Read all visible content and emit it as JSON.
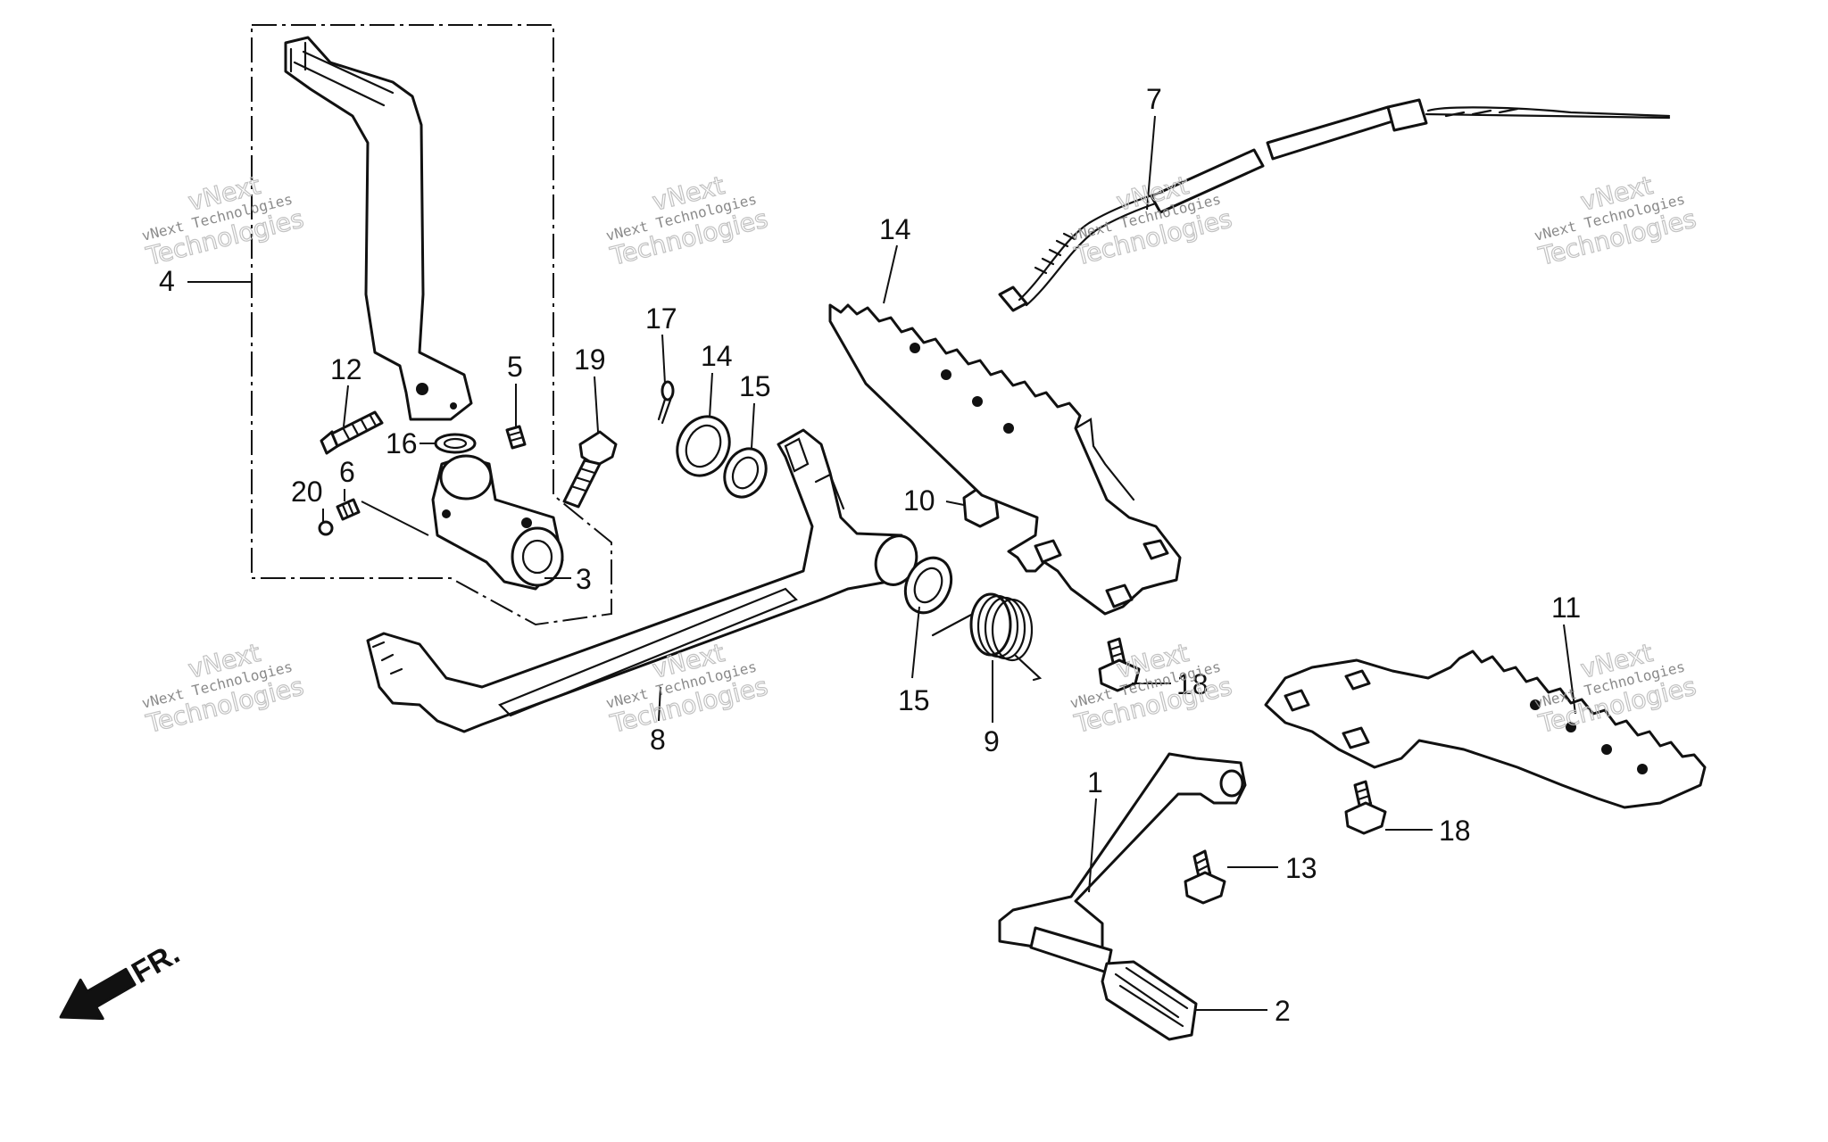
{
  "diagram": {
    "callouts": {
      "c1": "1",
      "c2": "2",
      "c3": "3",
      "c4": "4",
      "c5": "5",
      "c6": "6",
      "c7": "7",
      "c8": "8",
      "c9": "9",
      "c10": "10",
      "c11": "11",
      "c12": "12",
      "c13": "13",
      "c14a": "14",
      "c14b": "14",
      "c15a": "15",
      "c15b": "15",
      "c16": "16",
      "c17": "17",
      "c18a": "18",
      "c18b": "18",
      "c19": "19",
      "c20": "20"
    },
    "front_indicator": "FR."
  },
  "watermark": {
    "line1": "vNext",
    "line2": "vNext Technologies",
    "line3": "Technologies"
  }
}
